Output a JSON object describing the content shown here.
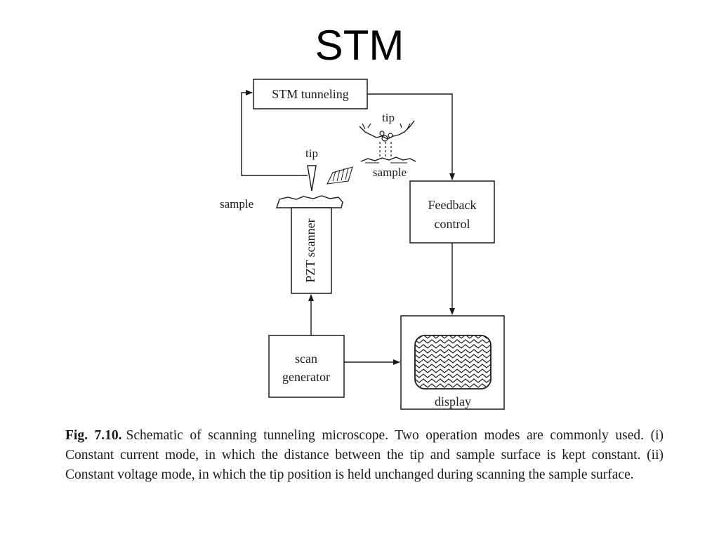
{
  "slide": {
    "title": "STM"
  },
  "diagram": {
    "stm_box": "STM tunneling",
    "inset_tip": "tip",
    "inset_sample": "sample",
    "tip_label": "tip",
    "sample_label": "sample",
    "pzt_label": "PZT scanner",
    "feedback_line1": "Feedback",
    "feedback_line2": "control",
    "scan_line1": "scan",
    "scan_line2": "generator",
    "display_label": "display"
  },
  "caption": {
    "fig_label": "Fig. 7.10.",
    "text": "Schematic of scanning tunneling microscope. Two operation modes are commonly used. (i) Constant current mode, in which the distance between the tip and sample surface is kept constant. (ii) Constant voltage mode, in which the tip position is held unchanged during scanning the sample surface."
  }
}
